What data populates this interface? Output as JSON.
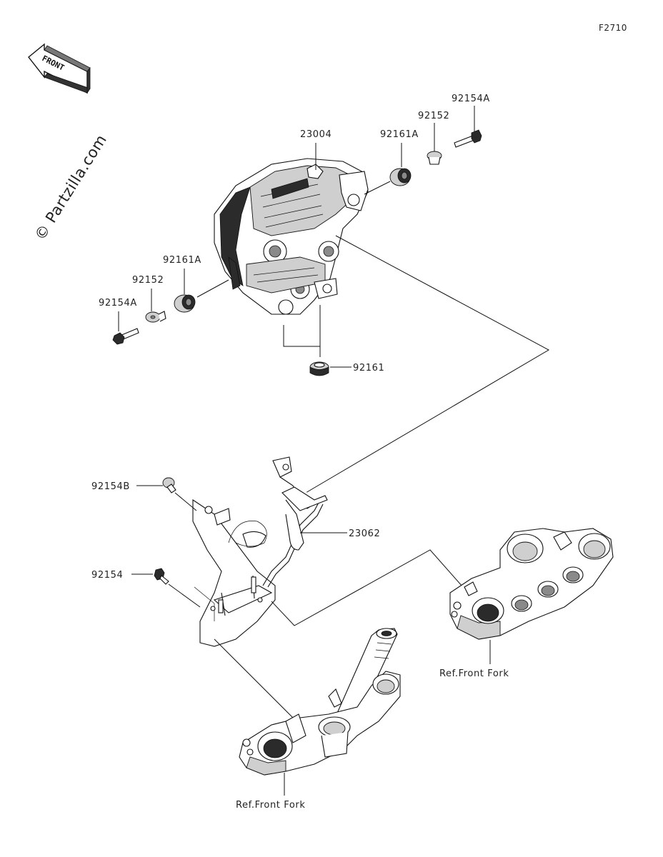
{
  "diagram": {
    "code": "F2710",
    "front_label": "FRONT",
    "watermark": "© Partzilla.com",
    "labels": {
      "headlight": "23004",
      "grommet_a_right": "92161A",
      "collar_right": "92152",
      "bolt_a_right": "92154A",
      "grommet_a_left": "92161A",
      "collar_left": "92152",
      "bolt_a_left": "92154A",
      "grommet": "92161",
      "bolt_b": "92154B",
      "bracket": "23062",
      "bolt": "92154",
      "ref_upper": "Ref.Front Fork",
      "ref_lower": "Ref.Front Fork"
    }
  }
}
